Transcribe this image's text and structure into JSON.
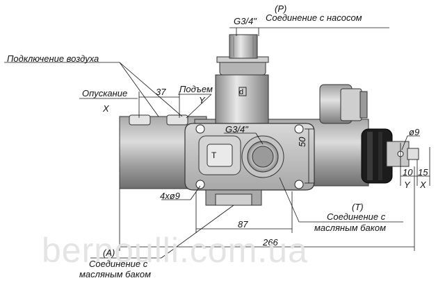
{
  "labels": {
    "port_p_code": "(P)",
    "port_p_thread": "G3/4\"",
    "port_p_desc": "Соединение с насосом",
    "air_connection": "Подключение воздуха",
    "lowering": "Опускание",
    "lowering_code": "X",
    "lifting": "Подъем",
    "lifting_code": "Y",
    "center_thread": "G3/4\"",
    "holes": "4xø9",
    "right_hole": "ø9",
    "port_t_code": "(T)",
    "port_t_desc_1": "Соединение с",
    "port_t_desc_2": "масляным баком",
    "port_a_code": "(A)",
    "port_a_desc_1": "Соединение с",
    "port_a_desc_2": "масляным баком",
    "letter_y": "Y",
    "letter_x": "X",
    "body_mark": "d",
    "lever_mark": "T"
  },
  "dimensions": {
    "air_spacing": "37",
    "center_height": "50",
    "bottom_spacing": "87",
    "overall_length": "266",
    "right_offset_a": "10",
    "right_offset_b": "15"
  },
  "watermark": "bernoulli.com.ua",
  "colors": {
    "metal_dark": "#8a8a8a",
    "metal_mid": "#b9b9b9",
    "metal_light": "#e6e6e6",
    "black_part": "#1c1c1c",
    "line": "#111111"
  }
}
